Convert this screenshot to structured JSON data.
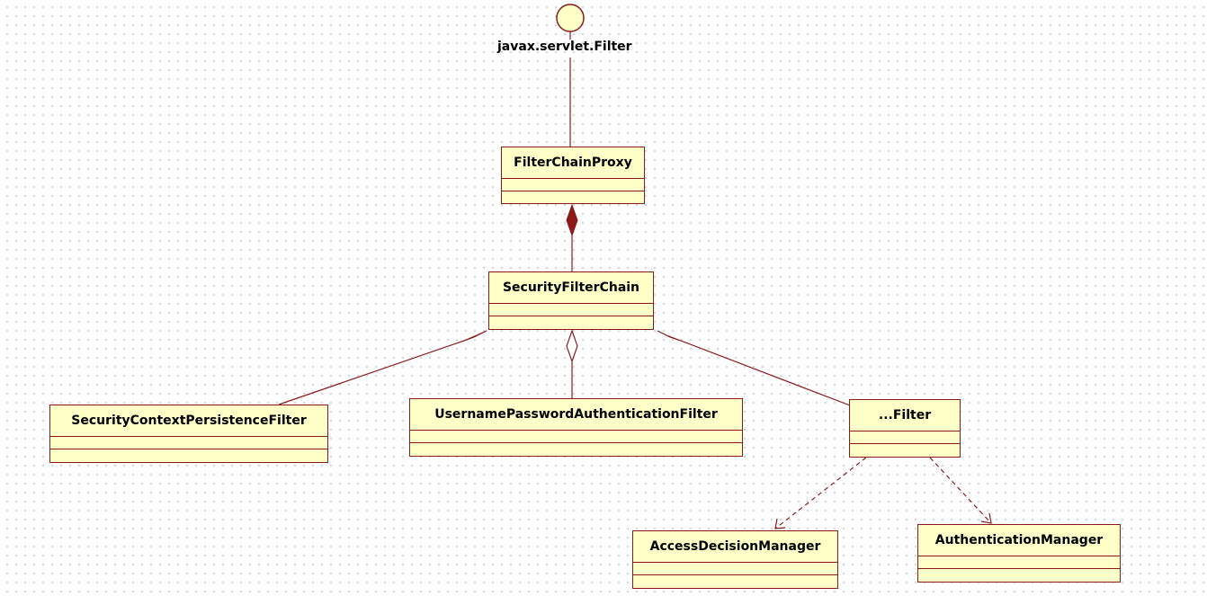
{
  "interface": {
    "label": "javax.servlet.Filter"
  },
  "classes": {
    "filter_chain_proxy": "FilterChainProxy",
    "security_filter_chain": "SecurityFilterChain",
    "security_context_persistence_filter": "SecurityContextPersistenceFilter",
    "username_password_authentication_filter": "UsernamePasswordAuthenticationFilter",
    "other_filter": "...Filter",
    "access_decision_manager": "AccessDecisionManager",
    "authentication_manager": "AuthenticationManager"
  },
  "colors": {
    "class_fill": "#ffffc8",
    "line": "#8b1a1a"
  }
}
